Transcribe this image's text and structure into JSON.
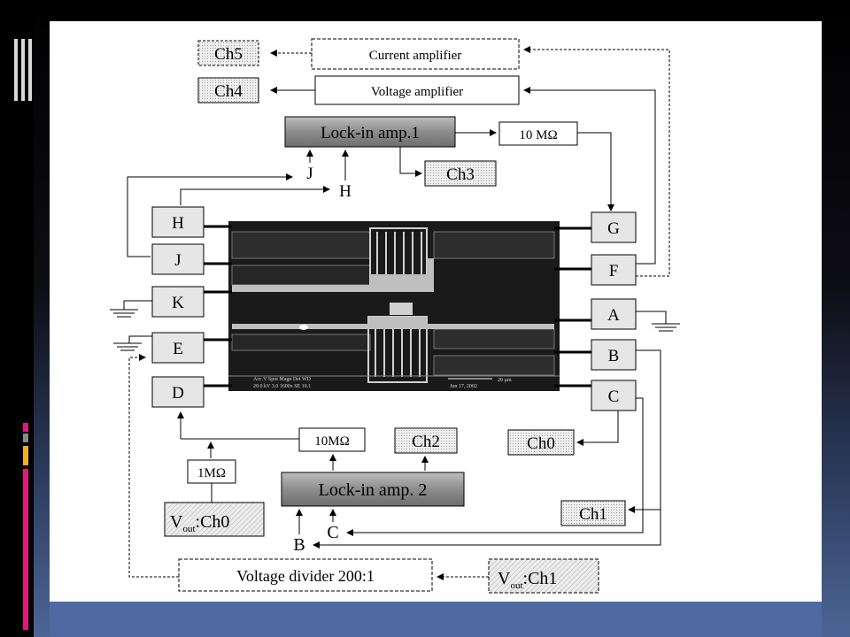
{
  "diagram": {
    "nodes": {
      "ch5": "Ch5",
      "current_amp": "Current amplifier",
      "ch4": "Ch4",
      "voltage_amp": "Voltage amplifier",
      "lockin1": "Lock-in amp.1",
      "res_10m_top": "10 MΩ",
      "ch3": "Ch3",
      "label_j": "J",
      "label_h": "H",
      "term_h": "H",
      "term_j": "J",
      "term_k": "K",
      "term_e": "E",
      "term_d": "D",
      "term_g": "G",
      "term_f": "F",
      "term_a": "A",
      "term_b": "B",
      "term_c": "C",
      "res_10m_bottom": "10MΩ",
      "ch2": "Ch2",
      "ch0_right": "Ch0",
      "res_1m": "1MΩ",
      "lockin2": "Lock-in amp. 2",
      "vout_ch0_v": "V",
      "vout_ch0_sub": "out",
      "vout_ch0_tail": ":Ch0",
      "ch1": "Ch1",
      "label_b": "B",
      "label_c": "C",
      "voltage_divider": "Voltage divider 200:1",
      "vout_ch1_v": "V",
      "vout_ch1_sub": "out",
      "vout_ch1_tail": ":Ch1"
    },
    "sem_caption": {
      "line1": "Acc.V  Spot Magn   Det  WD",
      "line2": "20.0 kV 3.0  1600x   SE   10.1",
      "scale": "20 µm",
      "date": "Jun 17, 2002"
    }
  },
  "colors": {
    "background_top": "#000000",
    "background_bottom": "#4f6aa3",
    "box_fill": "#e6e6e6",
    "lockin_fill": "#9a9a9a",
    "accent_pink": "#e0197d",
    "accent_yellow": "#f2b01e"
  }
}
